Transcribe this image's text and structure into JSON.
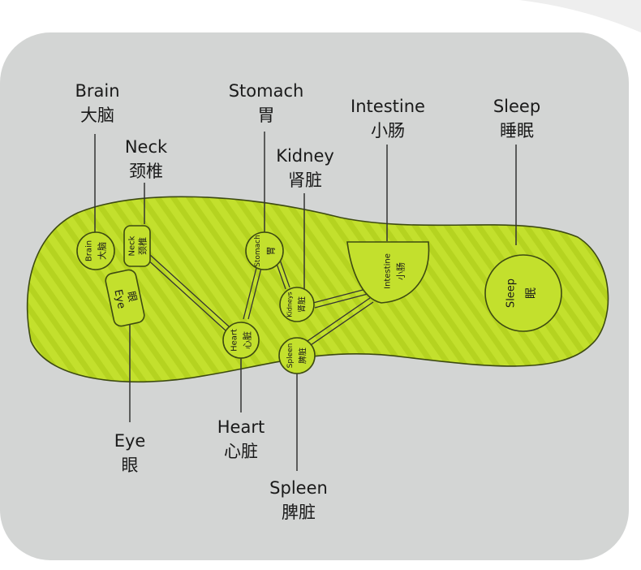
{
  "colors": {
    "panel": "#d3d5d4",
    "insole": "#c3e02d",
    "insole_stripe": "#b2d01d",
    "outline": "#3d4a12",
    "line": "#333333",
    "text": "#1a1a1a"
  },
  "zones": {
    "brain": {
      "en": "Brain",
      "zh": "大脑"
    },
    "neck": {
      "en": "Neck",
      "zh": "颈椎"
    },
    "eye": {
      "en": "Eye",
      "zh": "眼"
    },
    "stomach": {
      "en": "Stomach",
      "zh": "胃"
    },
    "kidney": {
      "en": "Kidney",
      "zh": "肾脏",
      "insole_en": "Kidneys"
    },
    "heart": {
      "en": "Heart",
      "zh": "心脏"
    },
    "spleen": {
      "en": "Spleen",
      "zh": "脾脏"
    },
    "intestine": {
      "en": "Intestine",
      "zh": "小肠"
    },
    "sleep": {
      "en": "Sleep",
      "zh": "睡眠",
      "insole_zh": "眠"
    }
  }
}
